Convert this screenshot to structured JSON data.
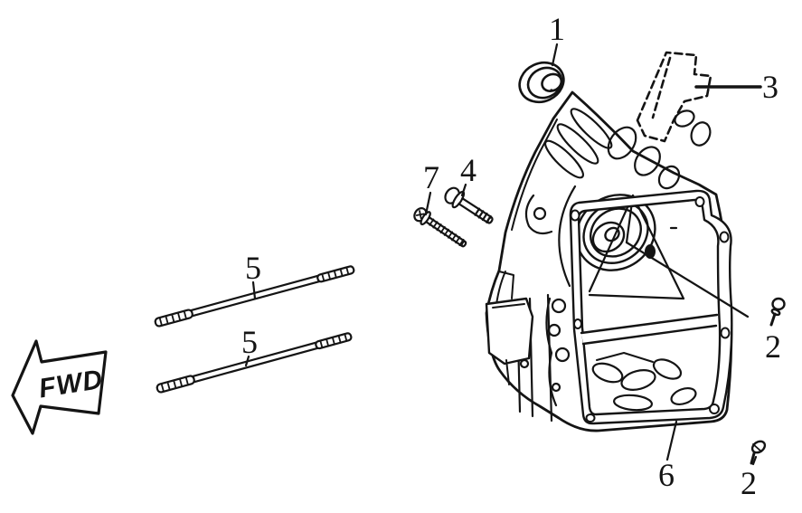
{
  "figure": {
    "background_color": "#ffffff",
    "ink_color": "#141414",
    "direction_marker": {
      "text": "FWD"
    },
    "callouts": [
      {
        "label": "1"
      },
      {
        "label": "3"
      },
      {
        "label": "4"
      },
      {
        "label": "7"
      },
      {
        "label": "5"
      },
      {
        "label": "5"
      },
      {
        "label": "2"
      },
      {
        "label": "2"
      },
      {
        "label": "6"
      }
    ]
  }
}
